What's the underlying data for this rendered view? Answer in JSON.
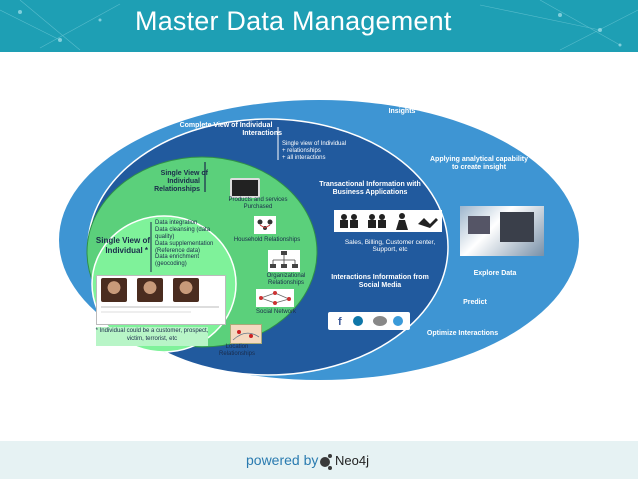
{
  "header": {
    "title": "Master Data Management"
  },
  "footer": {
    "powered_by": "powered by",
    "brand": "Neo4j"
  },
  "outer_ring": {
    "insights": "Insights",
    "applying_l1": "Applying analytical capability",
    "applying_l2": "to create insight",
    "explore": "Explore Data",
    "predict": "Predict",
    "optimize": "Optimize Interactions"
  },
  "blue_ring": {
    "complete_l1": "Complete View of Individual",
    "complete_l2": "Interactions",
    "single_view_l1": "Single view of Individual",
    "single_view_l2": "+ relationships",
    "single_view_l3": "+ all interactions",
    "transactional_l1": "Transactional Information with",
    "transactional_l2": "Business Applications",
    "sales_l1": "Sales, Billing, Customer center,",
    "sales_l2": "Support, etc",
    "interactions_l1": "Interactions Information from",
    "interactions_l2": "Social Media"
  },
  "relationships_ring": {
    "title_l1": "Single View of",
    "title_l2": "Individual",
    "title_l3": "Relationships",
    "products_l1": "Products and services",
    "products_l2": "Purchased",
    "household": "Household Relationships",
    "org_l1": "Organizational",
    "org_l2": "Relationships",
    "social": "Social Network",
    "location_l1": "Location",
    "location_l2": "Relationships"
  },
  "core": {
    "title_l1": "Single View of",
    "title_l2": "Individual *",
    "bullets": [
      "Data integration",
      "Data cleansing (data",
      "quality)",
      "Data supplementation",
      "(Reference data)",
      "Data enrichment",
      "(geocoding)"
    ],
    "footnote_l1": "* Individual could be a customer, prospect,",
    "footnote_l2": "victim, terrorist, etc"
  },
  "colors": {
    "teal": "#1e9fb4",
    "outer": "#3e95d3",
    "blue_ring": "#215a9e",
    "green": "#5bd07b",
    "footer": "#e6f2f3"
  }
}
